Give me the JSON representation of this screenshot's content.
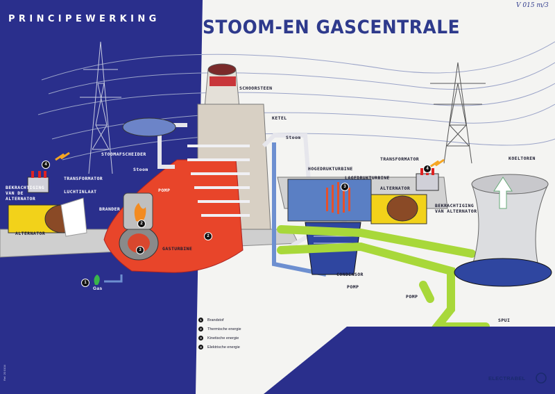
{
  "header": {
    "section": "PRINCIPEWERKING",
    "title": "STOOM-EN GASCENTRALE",
    "corner_note": "V 015 m/3"
  },
  "labels": {
    "schoorsteen": "SCHOORSTEEN",
    "ketel": "KETEL",
    "stoom_top": "Stoom",
    "stoomafscheider": "STOOMAFSCHEIDER",
    "stoom_left": "Stoom",
    "transformator_left": "TRANSFORMATOR",
    "luchtinlaat": "LUCHTINLAAT",
    "bekrachtiging_left": "BEKRACHTIGING\nVAN DE\nALTERNATOR",
    "pomp_left": "POMP",
    "brander": "BRANDER",
    "alternator_left": "ALTERNATOR",
    "gasturbine": "GASTURBINE",
    "gas": "Gas",
    "hogedrukturbine": "HOGEDRUKTURBINE",
    "lagedrukturbine": "LAGEDRUKTURBINE",
    "alternator_right": "ALTERNATOR",
    "transformator_right": "TRANSFORMATOR",
    "bekrachtiging_right": "BEKRACHTIGING\nVAN ALTERNATOR",
    "koeltoren": "KOELTOREN",
    "condensor": "CONDENSOR",
    "pomp_mid": "POMP",
    "pomp_right": "POMP",
    "spui": "SPUI"
  },
  "legend": [
    {
      "num": "1",
      "text": "Brandstof"
    },
    {
      "num": "2",
      "text": "Thermische energie"
    },
    {
      "num": "3",
      "text": "Kinetische energie"
    },
    {
      "num": "4",
      "text": "Elektrische energie"
    }
  ],
  "markers": {
    "m1": "1",
    "m2": "2",
    "m3": "3",
    "m4": "4"
  },
  "footer": {
    "brand": "ELECTRABEL",
    "ref": "Ref. 20 0104"
  },
  "colors": {
    "background_left": "#2a2f8c",
    "background_right": "#f4f4f2",
    "title": "#2e3a8c",
    "boiler_hot": "#e8452a",
    "cooling_pipes": "#a8d83a",
    "alternator": "#f2d21a",
    "steam_pipes": "#e6e6ec"
  },
  "icons": [
    "lightning-icon",
    "flame-icon",
    "leaf-icon",
    "arrow-icon",
    "electrabel-logo-icon"
  ]
}
